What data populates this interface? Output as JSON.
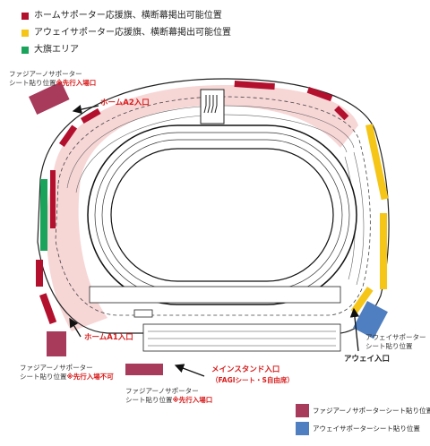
{
  "colors": {
    "home": "#b3102e",
    "away": "#f5c518",
    "flag": "#1aa35a",
    "home_sheet": "#a83a5c",
    "away_sheet": "#4f7fc0",
    "arrow_red": "#d81e1e",
    "home_zone_fill": "#f7d6d6"
  },
  "legend": [
    {
      "color": "#b3102e",
      "label": "ホームサポーター応援旗、横断幕掲出可能位置"
    },
    {
      "color": "#f5c518",
      "label": "アウェイサポーター応援旗、横断幕掲出可能位置"
    },
    {
      "color": "#1aa35a",
      "label": "大旗エリア"
    }
  ],
  "labels": {
    "sheet_nw_1": "ファジアーノサポーター",
    "sheet_nw_2": "シート貼り位置",
    "sheet_nw_note": "※先行入場口",
    "home_a2": "ホームA2入口",
    "home_a1": "ホームA1入口",
    "sheet_sw_1": "ファジアーノサポーター",
    "sheet_sw_2": "シート貼り位置",
    "sheet_sw_note": "※先行入場不可",
    "main_gate_1": "メインスタンド入口",
    "main_gate_2": "（FAGIシート・S自由席）",
    "sheet_s_1": "ファジアーノサポーター",
    "sheet_s_2": "シート貼り位置",
    "sheet_s_note": "※先行入場口",
    "away_sheet_1": "アウェイサポーター",
    "away_sheet_2": "シート貼り位置",
    "away_gate": "アウェイ入口"
  },
  "legend_bottom": [
    {
      "color": "#a83a5c",
      "label": "ファジアーノサポーターシート貼り位置"
    },
    {
      "color": "#4f7fc0",
      "label": "アウェイサポーターシート貼り位置"
    }
  ]
}
